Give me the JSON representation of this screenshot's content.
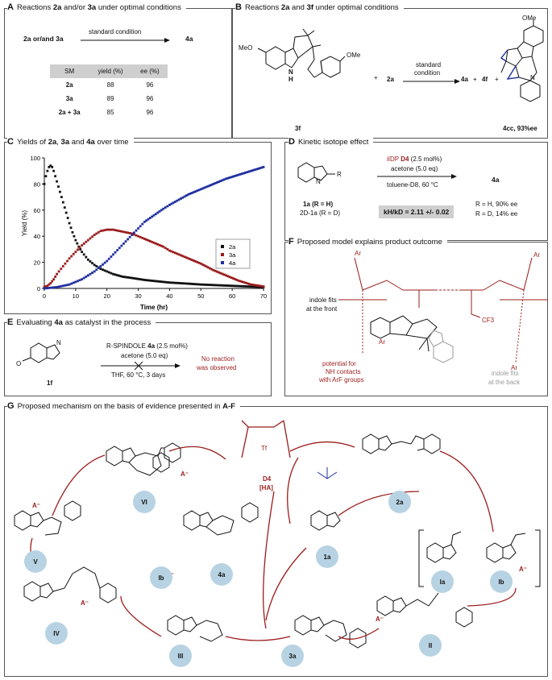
{
  "panels": {
    "A": {
      "letter": "A",
      "title": "Reactions ",
      "title_bold": "2a",
      "title_mid": " and/or ",
      "title_bold2": "3a",
      "title_end": " under optimal conditions",
      "reactant": "2a or/and 3a",
      "arrow_label": "standard condition",
      "product": "4a",
      "table": {
        "headers": [
          "SM",
          "yield (%)",
          "ee (%)"
        ],
        "rows": [
          [
            "2a",
            "88",
            "96"
          ],
          [
            "3a",
            "89",
            "96"
          ],
          [
            "2a + 3a",
            "85",
            "96"
          ]
        ]
      }
    },
    "B": {
      "letter": "B",
      "title": "Reactions ",
      "title_bold": "2a",
      "title_mid": " and ",
      "title_bold2": "3f",
      "title_end": " under optimal conditions",
      "label_3f": "3f",
      "plus": "+",
      "reagent": "2a",
      "arrow_label_1": "standard",
      "arrow_label_2": "condition",
      "products": [
        "4a",
        "+",
        "4f",
        "+"
      ],
      "product_4cc": "4cc, 93%ee",
      "ome": "OMe",
      "meo": "MeO",
      "nh": "N",
      "h": "H"
    },
    "C": {
      "letter": "C",
      "title": "Yields of ",
      "title_bold": "2a",
      "title_mid": ", ",
      "title_bold2": "3a",
      "title_mid2": " and ",
      "title_bold3": "4a",
      "title_end": " over time"
    },
    "D": {
      "letter": "D",
      "title": "Kinetic isotope effect",
      "reagent_line1_pre": "iIDP ",
      "reagent_line1_bold": "D4",
      "reagent_line1_post": " (2.5 mol%)",
      "reagent_line2": "acetone (5.0 eq)",
      "reagent_line3": "toluene-D8, 60 °C",
      "product": "4a",
      "sub_1": "1a (R = H)",
      "sub_2": "2D-1a (R = D)",
      "kie": "kH/kD = 2.11 +/- 0.02",
      "ee_1": "R = H, 90% ee",
      "ee_2": "R = D, 14% ee",
      "r": "R"
    },
    "E": {
      "letter": "E",
      "title": "Evaluating ",
      "title_bold": "4a",
      "title_end": " as catalyst in the process",
      "reagent_1_pre": "R-SPINDOLE ",
      "reagent_1_bold": "4a",
      "reagent_1_post": " (2.5 mol%)",
      "reagent_2": "acetone (5.0 eq)",
      "conditions": "THF, 60 °C, 3 days",
      "result_1": "No reaction",
      "result_2": "was observed",
      "sub": "1f"
    },
    "F": {
      "letter": "F",
      "title": "Proposed model explains product outcome",
      "front_1": "indole fits",
      "front_2": "at the front",
      "back_1": "indole fits",
      "back_2": "at the back",
      "nh_1": "potential for",
      "nh_2": "NH contacts",
      "nh_3": "with ArF groups",
      "ar": "Ar",
      "cf3": "CF3"
    },
    "G": {
      "letter": "G",
      "title": "Proposed mechanism on the basis of evidence presented in ",
      "title_bold": "A-F",
      "d4": "D4",
      "ha": "[HA]",
      "tf": "Tf",
      "a_minus": "A⁻",
      "labels": [
        "VI",
        "V",
        "4a",
        "2a",
        "1a",
        "Ia",
        "Ib",
        "IV",
        "Ib",
        "III",
        "3a",
        "II"
      ]
    }
  },
  "chart_data": {
    "type": "scatter",
    "xlabel": "Time (hr)",
    "ylabel": "Yield (%)",
    "xlim": [
      0,
      70
    ],
    "ylim": [
      0,
      100
    ],
    "xticks": [
      0,
      10,
      20,
      30,
      40,
      50,
      60,
      70
    ],
    "yticks": [
      0,
      20,
      40,
      60,
      80,
      100
    ],
    "legend_position": "right",
    "series": [
      {
        "name": "2a",
        "color": "#111111",
        "x": [
          0,
          0.5,
          1,
          1.5,
          2,
          2.5,
          3,
          4,
          5,
          6,
          7,
          8,
          9,
          10,
          11,
          12,
          14,
          16,
          18,
          20,
          22,
          25,
          28,
          32,
          36,
          40,
          45,
          50,
          55,
          60,
          65,
          70
        ],
        "y": [
          80,
          86,
          90,
          93,
          94,
          93,
          90,
          82,
          74,
          66,
          58,
          50,
          43,
          37,
          32,
          28,
          22,
          18,
          15,
          13,
          11,
          9,
          8,
          6.5,
          5.5,
          4.5,
          3.8,
          3,
          2.5,
          2,
          1.5,
          1
        ]
      },
      {
        "name": "3a",
        "color": "#9b1c1c",
        "x": [
          0,
          1,
          2,
          3,
          4,
          6,
          8,
          10,
          12,
          14,
          16,
          18,
          20,
          22,
          24,
          26,
          28,
          30,
          32,
          35,
          38,
          40,
          43,
          46,
          50,
          54,
          58,
          62,
          66,
          70
        ],
        "y": [
          1,
          2,
          4,
          7,
          11,
          17,
          23,
          28,
          33,
          37,
          41,
          44,
          45,
          45,
          44,
          43,
          42,
          40,
          38,
          35,
          32,
          29,
          26,
          23,
          19,
          14,
          10,
          6,
          3,
          1.5
        ]
      },
      {
        "name": "4a",
        "color": "#1f2fa0",
        "x": [
          0,
          2,
          4,
          6,
          8,
          10,
          12,
          14,
          16,
          18,
          20,
          22,
          24,
          26,
          28,
          30,
          32,
          35,
          38,
          40,
          43,
          46,
          50,
          54,
          58,
          62,
          66,
          70
        ],
        "y": [
          0,
          0.5,
          1,
          2,
          3,
          5,
          7,
          10,
          13,
          17,
          21,
          26,
          31,
          36,
          41,
          46,
          51,
          56,
          61,
          64,
          68,
          72,
          76,
          80,
          84,
          87,
          90,
          93
        ]
      }
    ]
  }
}
